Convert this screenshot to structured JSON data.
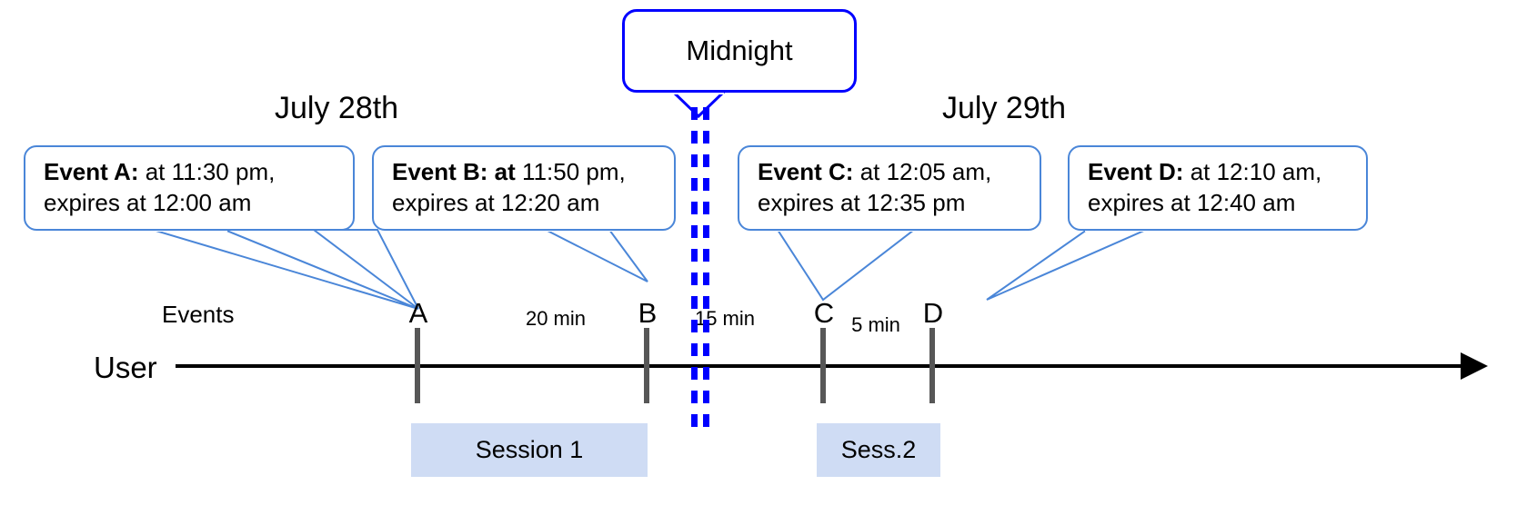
{
  "diagram": {
    "title_bubble": {
      "label": "Midnight"
    },
    "dates": [
      {
        "label": "July 28th"
      },
      {
        "label": "July 29th"
      }
    ],
    "row_labels": [
      {
        "label": "Events"
      },
      {
        "label": "User"
      }
    ],
    "callouts": [
      {
        "id": "event-a",
        "bold": "Event A:",
        "rest": " at 11:30 pm,",
        "line2": "expires at 12:00 am"
      },
      {
        "id": "event-b",
        "bold": "Event B: at",
        "rest": " 11:50 pm,",
        "line2": "expires at 12:20 am"
      },
      {
        "id": "event-c",
        "bold": "Event C:",
        "rest": " at 12:05 am,",
        "line2": "expires at 12:35 pm"
      },
      {
        "id": "event-d",
        "bold": "Event D:",
        "rest": "  at 12:10 am,",
        "line2": "expires at 12:40 am"
      }
    ],
    "events": [
      {
        "letter": "A"
      },
      {
        "letter": "B"
      },
      {
        "letter": "C"
      },
      {
        "letter": "D"
      }
    ],
    "gaps": [
      {
        "label": "20 min"
      },
      {
        "label": "15 min"
      },
      {
        "label": "5 min"
      }
    ],
    "sessions": [
      {
        "label": "Session 1"
      },
      {
        "label": "Sess.2"
      }
    ],
    "colors": {
      "callout_border": "#4a86d8",
      "midnight_border": "#0000ff",
      "session_fill": "#cfdcf4",
      "tick": "#575757",
      "axis": "#000000"
    }
  }
}
